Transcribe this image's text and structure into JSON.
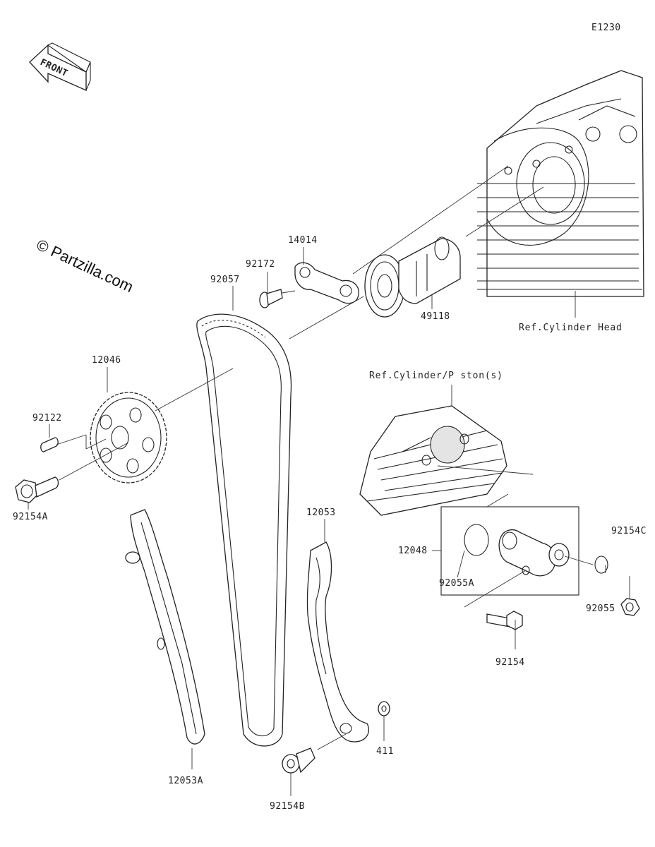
{
  "diagram": {
    "code": "E1230",
    "front_label": "FRONT",
    "watermark": "© Partzilla.com"
  },
  "refs": {
    "cylinder_head": "Ref.Cylinder Head",
    "cylinder_piston": "Ref.Cylinder/P ston(s)"
  },
  "parts": {
    "p14014": "14014",
    "p92172": "92172",
    "p92057": "92057",
    "p49118": "49118",
    "p12046": "12046",
    "p92122": "92122",
    "p92154A": "92154A",
    "p12053": "12053",
    "p12048": "12048",
    "p92055A": "92055A",
    "p92154C": "92154C",
    "p92055": "92055",
    "p92154": "92154",
    "p411": "411",
    "p12053A": "12053A",
    "p92154B": "92154B"
  }
}
